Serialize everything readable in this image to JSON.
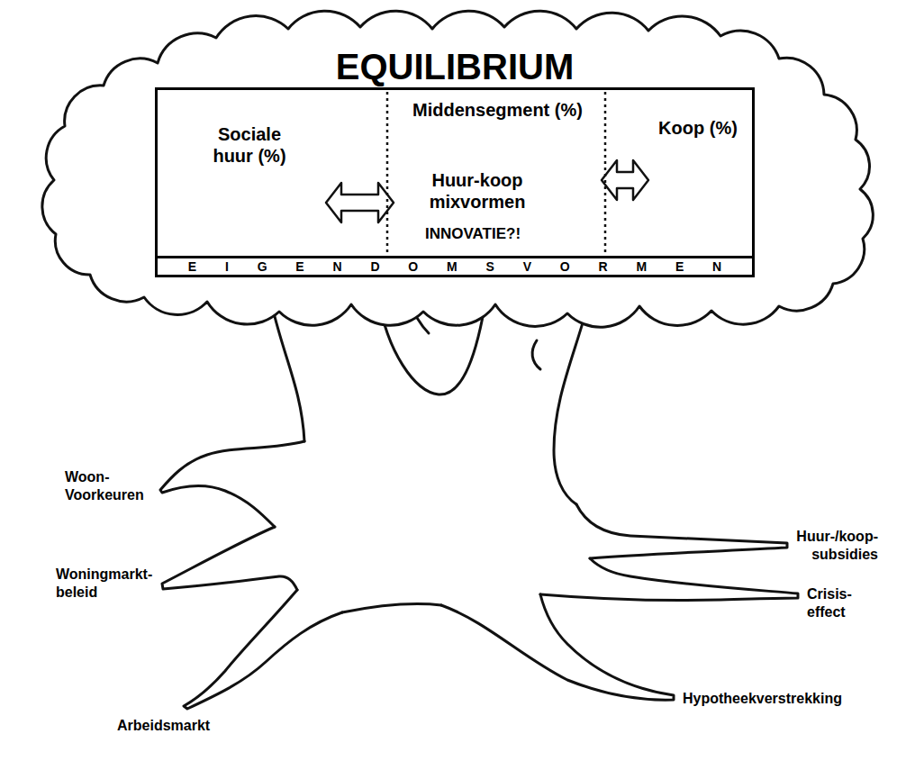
{
  "diagram": {
    "nodes": [
      {
        "text": [
          "EQUILIBRIUM"
        ]
      },
      {
        "text": [
          "Sociale huur (%)"
        ],
        "in": 0
      },
      {
        "text": [
          "Middensegment (%)",
          "Huur-koop mixvormen",
          "INNOVATIE?!"
        ],
        "in": 0
      },
      {
        "text": [
          "Koop (%)"
        ],
        "in": 0
      },
      {
        "text": [
          "EIGENDOMSVORMEN"
        ],
        "in": 0
      }
    ],
    "edges": [
      {
        "from": 1,
        "to": 2,
        "arrow": "both"
      },
      {
        "from": 2,
        "to": 3,
        "arrow": "both"
      }
    ],
    "labels": [
      "Woon- Voorkeuren",
      "Huur-/koop- subsidies",
      "Woningmarkt- beleid",
      "Crisis- effect",
      "Hypotheekverstrekking",
      "Arbeidsmarkt"
    ]
  }
}
